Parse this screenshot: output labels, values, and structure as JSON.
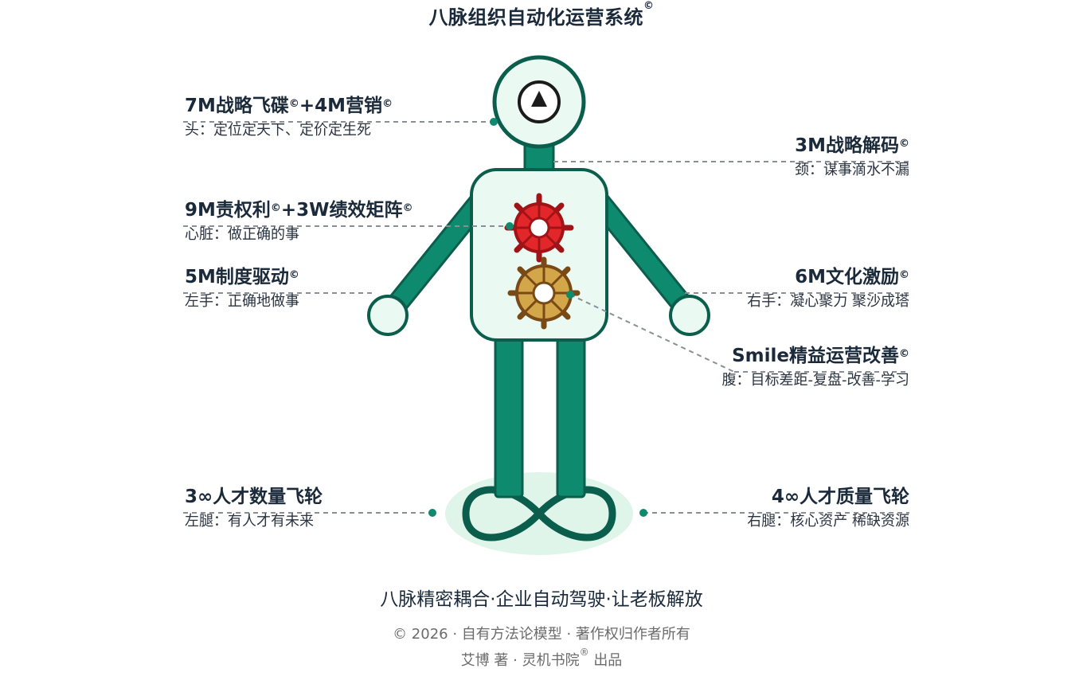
{
  "title": "八脉组织自动化运营系统",
  "copyright_mark": "©",
  "registered_mark": "®",
  "labels": {
    "head": {
      "title_a": "7M战略飞碟",
      "title_b": "+4M营销",
      "sub": "头：定位定天下、定价定生死"
    },
    "neck": {
      "title": "3M战略解码",
      "sub": "颈：谋事滴水不漏"
    },
    "heart": {
      "title_a": "9M责权利",
      "title_b": "+3W绩效矩阵",
      "sub": "心脏：做正确的事"
    },
    "left_hand": {
      "title": "5M制度驱动",
      "sub": "左手：正确地做事"
    },
    "right_hand": {
      "title": "6M文化激励",
      "sub": "右手：凝心聚力 聚沙成塔"
    },
    "abdomen": {
      "title": "Smile精益运营改善",
      "sub": "腹：目标差距-复盘-改善-学习"
    },
    "left_leg": {
      "title": "3∞人才数量飞轮",
      "sub": "左腿：有人才有未来"
    },
    "right_leg": {
      "title": "4∞人才质量飞轮",
      "sub": "右腿：核心资产 稀缺资源"
    }
  },
  "tagline": "八脉精密耦合·企业自动驾驶·让老板解放",
  "footer": {
    "line1": "© 2026 · 自有方法论模型 · 著作权归作者所有",
    "line2_a": "艾博 著 · 灵机书院",
    "line2_b": "出品"
  },
  "colors": {
    "teal": "#0e8a6e",
    "teal_dark": "#0b5e4c",
    "mint": "#eafaf2",
    "gear_red": "#e3262a",
    "gear_gold": "#d4a64a",
    "gear_brown": "#7a4a16",
    "text": "#1b2a3a"
  },
  "icons": [
    "compass-arrow-icon",
    "red-gear-icon",
    "gold-gear-icon",
    "infinity-icon"
  ]
}
